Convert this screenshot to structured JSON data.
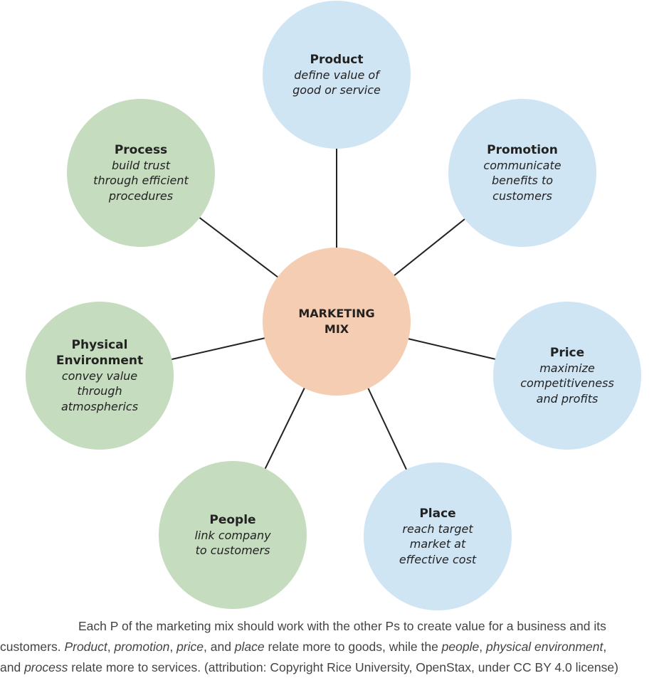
{
  "diagram": {
    "center": {
      "label": "MARKETING MIX"
    },
    "nodes": [
      {
        "key": "product",
        "title": "Product",
        "description": "define value of good or service",
        "color": "#d0e5f4"
      },
      {
        "key": "promotion",
        "title": "Promotion",
        "description": "communicate benefits to customers",
        "color": "#d0e5f4"
      },
      {
        "key": "price",
        "title": "Price",
        "description": "maximize competitiveness and profits",
        "color": "#d0e5f4"
      },
      {
        "key": "place",
        "title": "Place",
        "description": "reach target market at effective cost",
        "color": "#d0e5f4"
      },
      {
        "key": "people",
        "title": "People",
        "description": "link company to customers",
        "color": "#c5dcbf"
      },
      {
        "key": "physical-environment",
        "title": "Physical Environment",
        "description": "convey value through atmospherics",
        "color": "#c5dcbf"
      },
      {
        "key": "process",
        "title": "Process",
        "description": "build trust through efficient procedures",
        "color": "#c5dcbf"
      }
    ],
    "center_color": "#f5cdb2"
  },
  "caption": {
    "line1": "Each P of the marketing mix should work with the other Ps to create value for a business and its",
    "line2_a": "customers. ",
    "line2_product": "Product",
    "line2_b": ", ",
    "line2_promotion": "promotion",
    "line2_c": ", ",
    "line2_price": "price",
    "line2_d": ", and ",
    "line2_place": "place",
    "line2_e": " relate more to goods, while the ",
    "line2_people": "people",
    "line2_f": ", ",
    "line2_physical": "physical environment",
    "line2_g": ",",
    "line3_a": "and ",
    "line3_process": "process",
    "line3_b": " relate more to services. (attribution: Copyright Rice University, OpenStax, under CC BY 4.0 license)"
  }
}
